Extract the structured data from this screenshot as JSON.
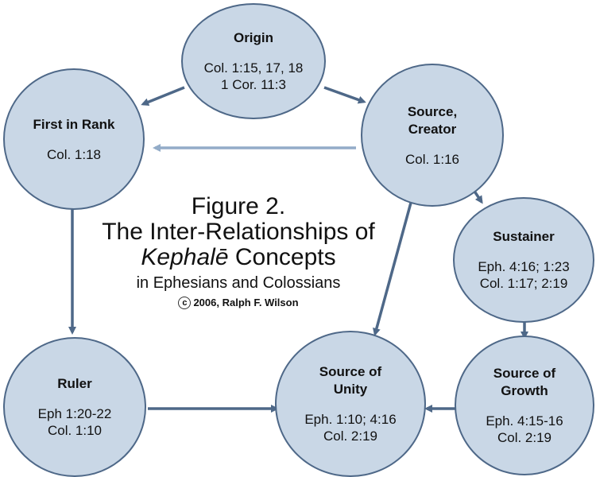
{
  "figure": {
    "number_line": "Figure 2.",
    "title_line": "The Inter-Relationships of",
    "keyword": "Kephalē",
    "keyword_suffix": " Concepts",
    "subtitle": "in Ephesians and Colossians",
    "copyright_symbol": "c",
    "copyright_text": "2006, Ralph F. Wilson"
  },
  "colors": {
    "node_fill": "#c9d7e6",
    "node_border": "#4e6888",
    "arrow_dark": "#4e6888",
    "arrow_light": "#93acc8"
  },
  "nodes": {
    "origin": {
      "title_1": "Origin",
      "title_2": "",
      "refs_1": "Col. 1:15, 17, 18",
      "refs_2": "1 Cor. 11:3"
    },
    "first_in_rank": {
      "title_1": "First in Rank",
      "title_2": "",
      "refs_1": "Col. 1:18",
      "refs_2": ""
    },
    "source_creator": {
      "title_1": "Source,",
      "title_2": "Creator",
      "refs_1": "Col. 1:16",
      "refs_2": ""
    },
    "sustainer": {
      "title_1": "Sustainer",
      "title_2": "",
      "refs_1": "Eph. 4:16; 1:23",
      "refs_2": "Col. 1:17; 2:19"
    },
    "ruler": {
      "title_1": "Ruler",
      "title_2": "",
      "refs_1": "Eph 1:20-22",
      "refs_2": "Col. 1:10"
    },
    "source_of_unity": {
      "title_1": "Source of",
      "title_2": "Unity",
      "refs_1": "Eph. 1:10; 4:16",
      "refs_2": "Col. 2:19"
    },
    "source_of_growth": {
      "title_1": "Source of",
      "title_2": "Growth",
      "refs_1": "Eph. 4:15-16",
      "refs_2": "Col. 2:19"
    }
  },
  "edges": [
    {
      "from": "origin",
      "to": "first_in_rank",
      "style": "dark"
    },
    {
      "from": "origin",
      "to": "source_creator",
      "style": "dark"
    },
    {
      "from": "source_creator",
      "to": "first_in_rank",
      "style": "light"
    },
    {
      "from": "source_creator",
      "to": "sustainer",
      "style": "dark"
    },
    {
      "from": "source_creator",
      "to": "source_of_unity",
      "style": "dark"
    },
    {
      "from": "first_in_rank",
      "to": "ruler",
      "style": "dark"
    },
    {
      "from": "sustainer",
      "to": "source_of_growth",
      "style": "dark"
    },
    {
      "from": "ruler",
      "to": "source_of_unity",
      "style": "dark"
    },
    {
      "from": "source_of_growth",
      "to": "source_of_unity",
      "style": "dark"
    }
  ]
}
